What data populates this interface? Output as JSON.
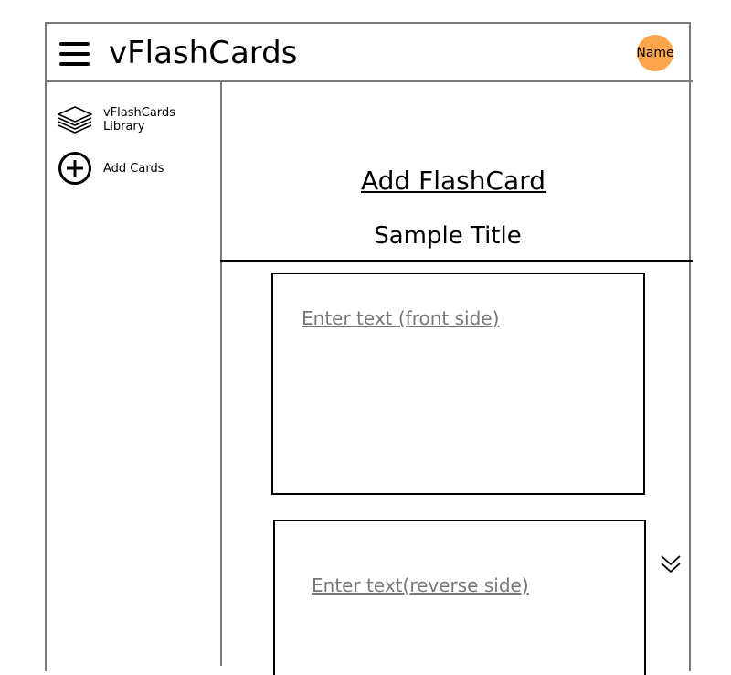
{
  "header": {
    "menu_icon": "hamburger-icon",
    "app_title": "vFlashCards",
    "avatar_label": "Name",
    "avatar_color": "#ffa64d"
  },
  "sidebar": {
    "items": [
      {
        "icon": "layers-icon",
        "label": "vFlashCards Library"
      },
      {
        "icon": "add-circle-icon",
        "label": "Add Cards"
      }
    ]
  },
  "main": {
    "page_heading": "Add FlashCard",
    "deck_title": "Sample Title",
    "front_card": {
      "placeholder": "Enter text (front side)",
      "value": ""
    },
    "reverse_card": {
      "placeholder": "Enter text(reverse side)",
      "value": ""
    },
    "expand_icon": "double-chevron-down-icon"
  }
}
